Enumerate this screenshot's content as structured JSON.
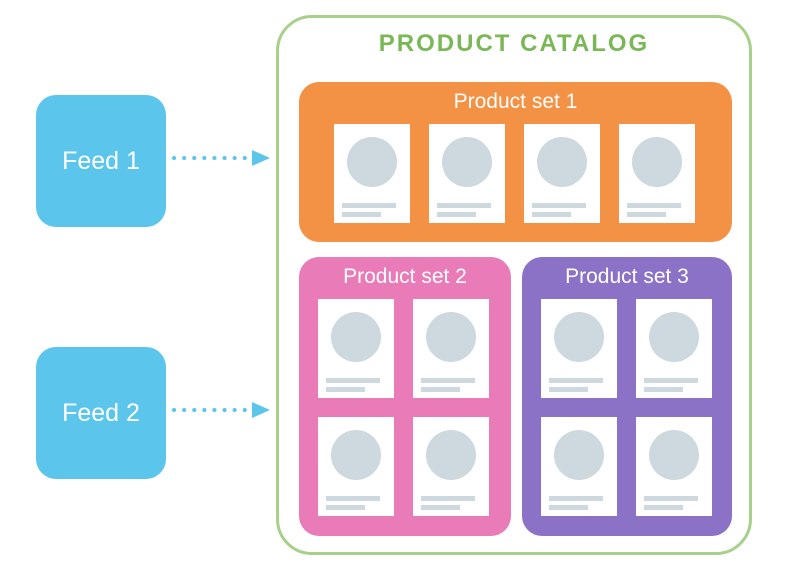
{
  "feeds": [
    {
      "label": "Feed 1"
    },
    {
      "label": "Feed 2"
    }
  ],
  "catalog": {
    "title": "PRODUCT CATALOG",
    "sets": [
      {
        "label": "Product set 1",
        "item_count": 4,
        "color": "#f39145"
      },
      {
        "label": "Product set 2",
        "item_count": 4,
        "color": "#e97cb8"
      },
      {
        "label": "Product set 3",
        "item_count": 4,
        "color": "#8b72c6"
      }
    ]
  },
  "colors": {
    "feed": "#5bc5eb",
    "catalog_border": "#a8d08a",
    "catalog_title": "#7ab857",
    "placeholder": "#cdd8df"
  }
}
